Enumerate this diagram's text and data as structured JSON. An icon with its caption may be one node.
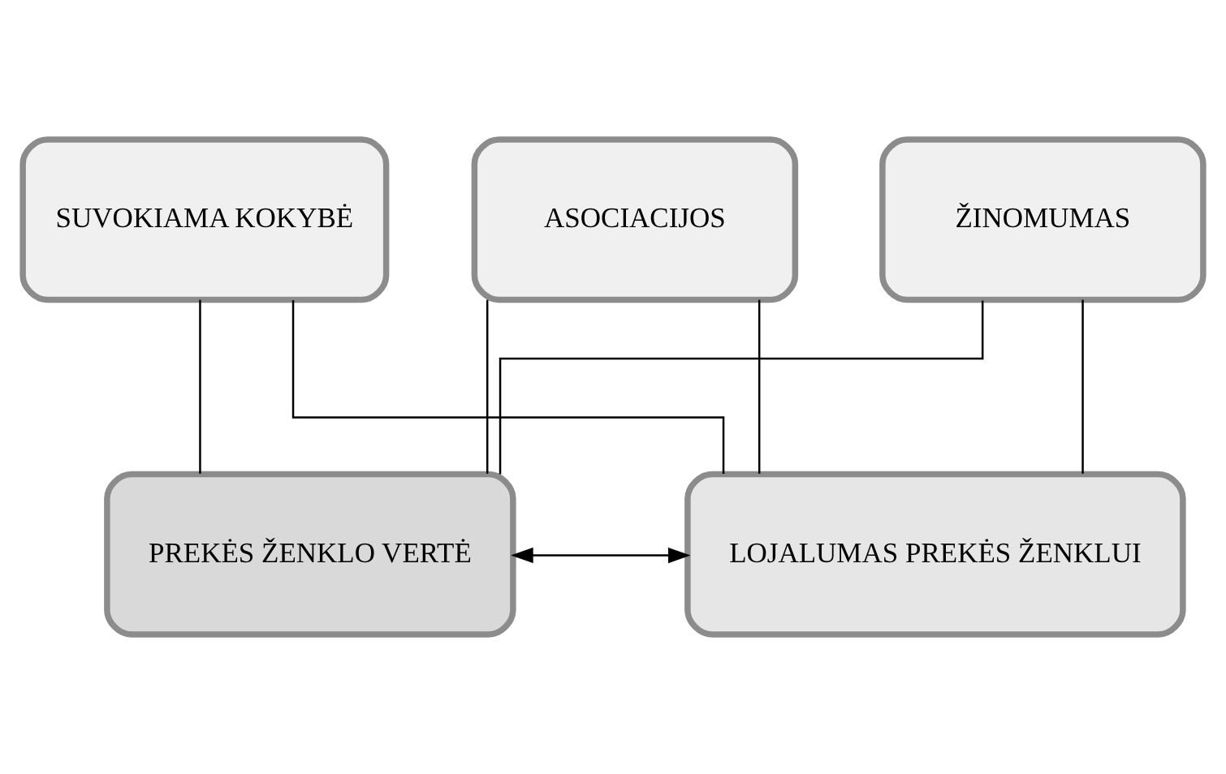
{
  "diagram": {
    "nodes": [
      {
        "text": [
          "SUVOKIAMA KOKYBĖ"
        ]
      },
      {
        "text": [
          "ASOCIACIJOS"
        ]
      },
      {
        "text": [
          "ŽINOMUMAS"
        ]
      },
      {
        "text": [
          "PREKĖS ŽENKLO VERTĖ"
        ]
      },
      {
        "text": [
          "LOJALUMAS PREKĖS ŽENKLUI"
        ]
      }
    ],
    "edges": [
      {
        "from": 0,
        "to": 3,
        "arrow": "none"
      },
      {
        "from": 0,
        "to": 4,
        "arrow": "none"
      },
      {
        "from": 1,
        "to": 3,
        "arrow": "none"
      },
      {
        "from": 1,
        "to": 4,
        "arrow": "none"
      },
      {
        "from": 2,
        "to": 3,
        "arrow": "none"
      },
      {
        "from": 2,
        "to": 4,
        "arrow": "none"
      },
      {
        "from": 3,
        "to": 4,
        "arrow": "both"
      }
    ]
  }
}
